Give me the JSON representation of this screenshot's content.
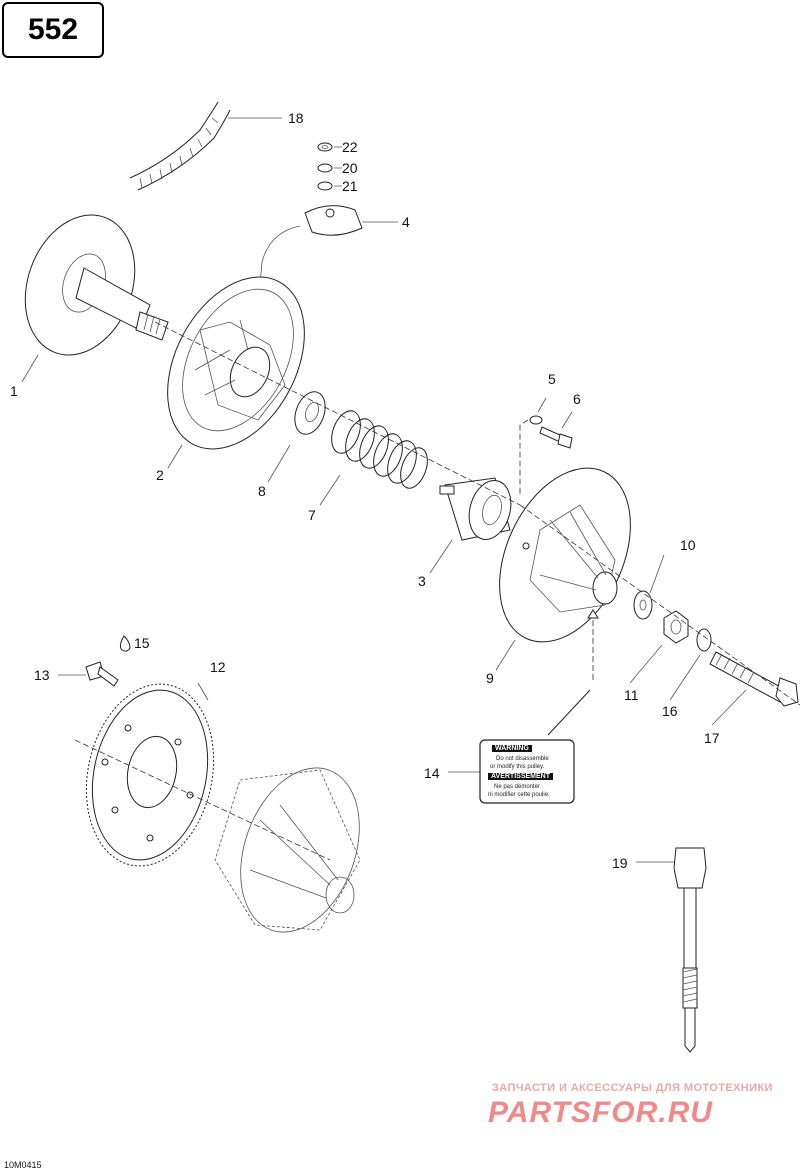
{
  "page_label": "552",
  "drawing_code": "10M0415",
  "watermark": {
    "tagline": "ЗАПЧАСТИ И АКСЕССУАРЫ ДЛЯ МОТОТЕХНИКИ",
    "logo": "PARTSFOR.RU"
  },
  "warning_decal": {
    "heading_en": "WARNING",
    "line1_en": "Do not disassemble",
    "line2_en": "or modify this pulley.",
    "heading_fr": "AVERTISSEMENT",
    "line1_fr": "Ne pas démonter",
    "line2_fr": "ni modifier cette poulie."
  },
  "callouts": {
    "c1": "1",
    "c2": "2",
    "c3": "3",
    "c4": "4",
    "c5": "5",
    "c6": "6",
    "c7": "7",
    "c8": "8",
    "c9": "9",
    "c10": "10",
    "c11": "11",
    "c12": "12",
    "c13": "13",
    "c14": "14",
    "c15": "15",
    "c16": "16",
    "c17": "17",
    "c18": "18",
    "c19": "19",
    "c20": "20",
    "c21": "21",
    "c22": "22"
  }
}
